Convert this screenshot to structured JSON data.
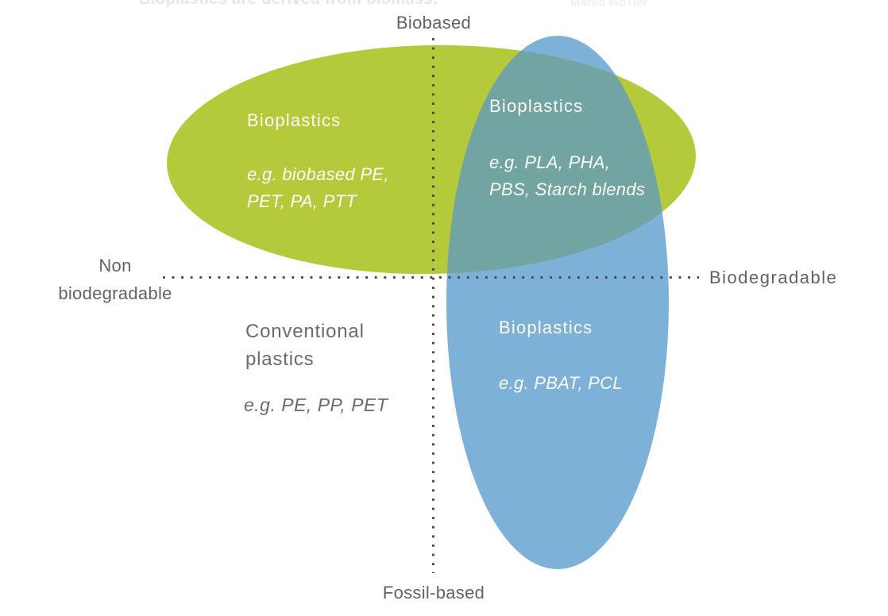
{
  "watermarks": {
    "left": "Bioplastics are derived from biomass.",
    "right": "Marko MoTier"
  },
  "axes": {
    "top_label": "Biobased",
    "bottom_label": "Fossil-based",
    "left_label_line1": "Non",
    "left_label_line2": "biodegradable",
    "right_label": "Biodegradable"
  },
  "regions": {
    "biobased_non_biodegradable": {
      "title": "Bioplastics",
      "example_line1": "e.g. biobased PE,",
      "example_line2": "PET, PA, PTT"
    },
    "biobased_biodegradable": {
      "title": "Bioplastics",
      "example_line1": "e.g. PLA, PHA,",
      "example_line2": "PBS, Starch blends"
    },
    "fossil_biodegradable": {
      "title": "Bioplastics",
      "example_line1": "e.g. PBAT, PCL"
    },
    "fossil_non_biodegradable": {
      "title_line1": "Conventional",
      "title_line2": "plastics",
      "example_line1": "e.g. PE, PP, PET"
    }
  },
  "colors": {
    "green_ellipse": "#b5ca3b",
    "blue_ellipse": "#7db1d8",
    "overlap": "#72a4a2",
    "axis_dots": "#48494b",
    "axis_text": "#606265",
    "quadrant_text": "#696b6e",
    "shape_text": "#fcfdf8"
  }
}
